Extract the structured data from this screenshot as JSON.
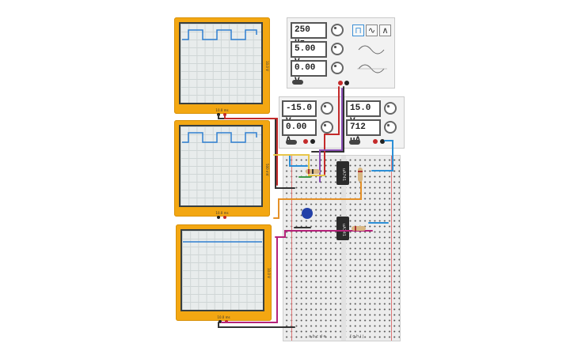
{
  "function_generator": {
    "frequency": "250 Hz",
    "amplitude": "5.00 V",
    "dc_offset": "0.00 V",
    "waveforms": [
      "square-wave-icon",
      "sine-wave-icon",
      "triangle-wave-icon"
    ],
    "active_waveform": "square-wave-icon"
  },
  "power_supply": {
    "left_voltage": "-15.0 V",
    "left_current": "0.00 A",
    "right_voltage": "15.0 V",
    "right_current": "712 µA"
  },
  "oscilloscopes": [
    {
      "time_div": "10.0 ms",
      "volt_div": "10.0 V",
      "trace": "square"
    },
    {
      "time_div": "10.0 ms",
      "volt_div": "500 mV",
      "trace": "square"
    },
    {
      "time_div": "10.0 ms",
      "volt_div": "10.0 V",
      "trace": "flat"
    }
  ],
  "breadboard": {
    "col_labels_left": "a b c d e",
    "col_labels_right": "f g h i j",
    "rows": 30,
    "chips": [
      {
        "label": "uA741"
      },
      {
        "label": "uA741"
      }
    ]
  },
  "colors": {
    "scope_body": "#f3a712",
    "trace": "#2f7fd0",
    "wire_black": "#333333",
    "wire_red": "#c42a2a",
    "wire_blue": "#2c8fd6",
    "wire_yellow": "#e8c64a",
    "wire_orange": "#e59128",
    "wire_purple": "#8a4fb5",
    "wire_magenta": "#b5237a",
    "wire_green": "#3c9a4a"
  }
}
